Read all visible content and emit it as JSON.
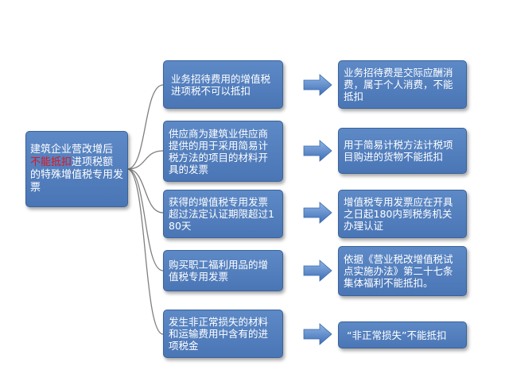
{
  "root": {
    "text_before": "建筑企业营改增后",
    "highlight": "不能抵扣",
    "text_after": "进项税额的特殊增值税专用发票"
  },
  "items": [
    {
      "cause": "业务招待费用的增值税进项税不可以抵扣",
      "result": "业务招待费是交际应酬消费，属于个人消费，不能抵扣"
    },
    {
      "cause": "供应商为建筑业供应商提供的用于采用简易计税方法的项目的材料开具的发票",
      "result": "用于简易计税方法计税项目购进的货物不能抵扣"
    },
    {
      "cause": "获得的增值税专用发票超过法定认证期限超过180天",
      "result": "增值税专用发票应在开具之日起180内到税务机关办理认证"
    },
    {
      "cause": "购买职工福利用品的增值税专用发票",
      "result": "依据《营业税改增值税试点实施办法》第二十七条集体福利不能抵扣。"
    },
    {
      "cause": "发生非正常损失的材料和运输费用中含有的进项税金",
      "result": "“非正常损失”不能抵扣"
    }
  ],
  "colors": {
    "box": "#4f7bbb",
    "arrow": "#4a7cc4",
    "highlight": "#e0151b"
  }
}
